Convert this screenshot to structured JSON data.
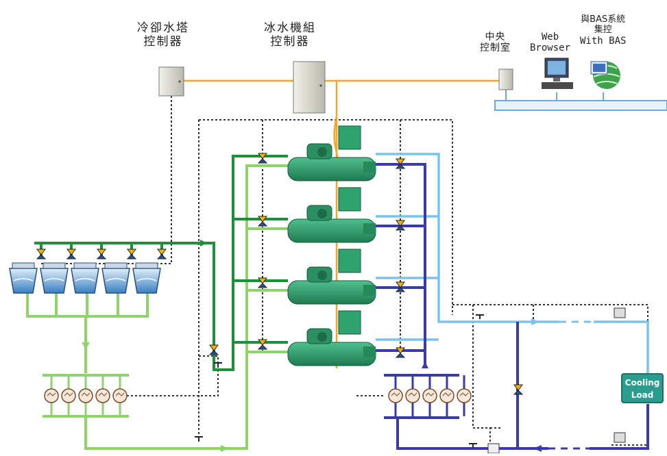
{
  "labels": {
    "cooling_tower_ctrl": [
      "冷卻水塔",
      "控制器"
    ],
    "chiller_ctrl": [
      "冰水機組",
      "控制器"
    ],
    "central_control": [
      "中央",
      "控制室"
    ],
    "web_browser": [
      "Web",
      "Browser"
    ],
    "bas_integration": [
      "與BAS系統",
      "集控",
      "With BAS"
    ],
    "cooling_load": [
      "Cooling",
      "Load"
    ]
  },
  "colors": {
    "comm_line": "#f5a623",
    "cooling_water_supply": "#1e8f3a",
    "cooling_water_return": "#8ed46a",
    "chilled_water_supply": "#7cc3ea",
    "chilled_water_return": "#3a3aa8",
    "control_wire": "#333333",
    "chiller_body": "#2f9e6e",
    "network_bus": "#6fa8dc"
  },
  "icons": [
    "controller-box-icon",
    "computer-icon",
    "globe-icon",
    "cooling-tower-icon",
    "chiller-icon",
    "pump-icon",
    "valve-icon",
    "flow-sensor-icon"
  ]
}
